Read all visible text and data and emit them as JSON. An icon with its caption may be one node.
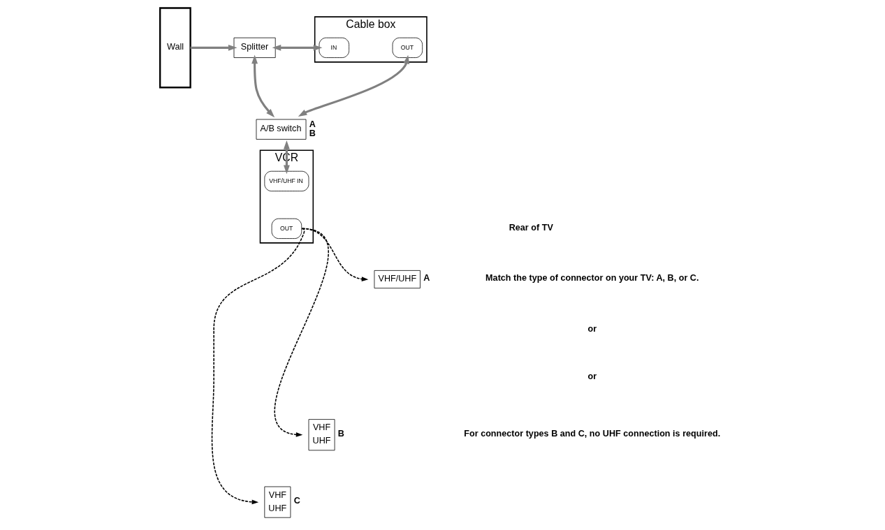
{
  "diagram": {
    "nodes": [
      {
        "text": [
          "Wall"
        ]
      },
      {
        "text": [
          "Splitter"
        ]
      },
      {
        "text": [
          "Cable box"
        ]
      },
      {
        "text": [
          "IN"
        ],
        "in": 2
      },
      {
        "text": [
          "OUT"
        ],
        "in": 2
      },
      {
        "text": [
          "A/B switch"
        ],
        "beside": [
          "A",
          "B"
        ]
      },
      {
        "text": [
          "VCR"
        ]
      },
      {
        "text": [
          "VHF/UHF IN"
        ],
        "in": 6
      },
      {
        "text": [
          "OUT"
        ],
        "in": 6
      },
      {
        "text": [
          "VHF/UHF"
        ],
        "beside": [
          "A"
        ]
      },
      {
        "text": [
          "VHF",
          "UHF"
        ],
        "beside": [
          "B"
        ]
      },
      {
        "text": [
          "VHF",
          "UHF"
        ],
        "beside": [
          "C"
        ]
      }
    ],
    "edges": [
      {
        "from": 0,
        "to": 1,
        "arrow": "to"
      },
      {
        "from": 1,
        "to": 3,
        "arrow": "both"
      },
      {
        "from": 1,
        "to": 5,
        "arrow": "both"
      },
      {
        "from": 4,
        "to": 5,
        "arrow": "both"
      },
      {
        "from": 5,
        "to": 7,
        "arrow": "both"
      },
      {
        "from": 8,
        "to": 9,
        "arrow": "to",
        "style": "dashed",
        "color": "#000000"
      },
      {
        "from": 8,
        "to": 10,
        "arrow": "to",
        "style": "dashed",
        "color": "#000000"
      },
      {
        "from": 8,
        "to": 11,
        "arrow": "to",
        "style": "dashed",
        "color": "#000000"
      }
    ],
    "labels": [
      "Rear of TV",
      "Match the type of connector on your TV: A, B, or C.",
      "or",
      "or",
      "For connector types B and C, no UHF connection is required."
    ]
  }
}
